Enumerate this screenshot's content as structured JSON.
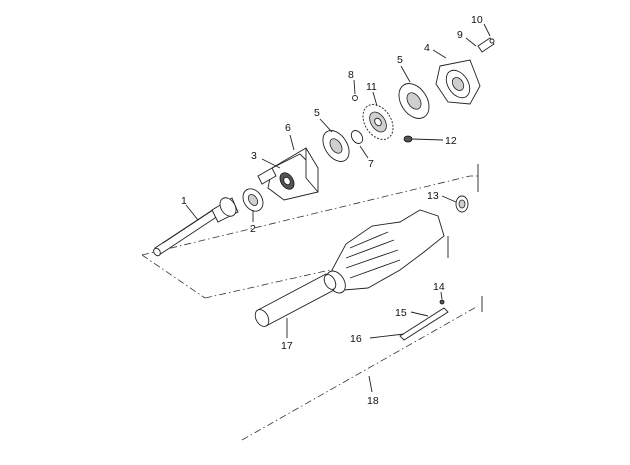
{
  "diagram": {
    "callouts": [
      "1",
      "2",
      "3",
      "4",
      "5",
      "5",
      "6",
      "7",
      "8",
      "9",
      "10",
      "11",
      "12",
      "13",
      "14",
      "15",
      "16",
      "17",
      "18"
    ]
  }
}
